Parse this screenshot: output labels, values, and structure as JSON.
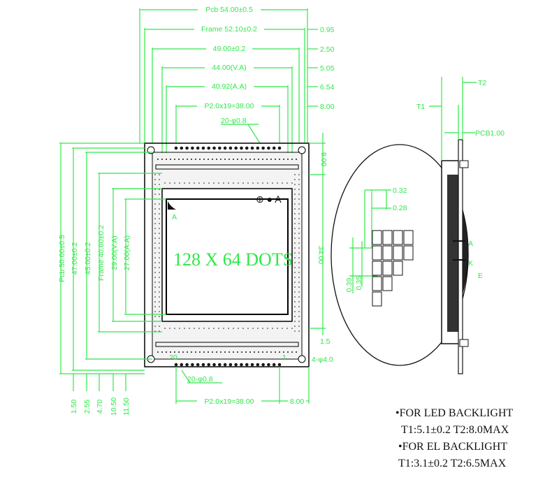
{
  "top_dims": {
    "pcb": "Pcb 54.00±0.5",
    "frame": "Frame 52.10±0.2",
    "d49": "49.00±0.2",
    "va": "44.00(V.A)",
    "aa": "40.92(A.A)",
    "pitch": "P2.0x19=38.00"
  },
  "right_top_ticks": [
    "0.95",
    "2.50",
    "5.05",
    "6.54",
    "8.00"
  ],
  "pin_top": "20-φ0.8",
  "pin_bottom": "20-φ0.8",
  "pitch_bottom": "P2.0x19=38.00",
  "bottom_right_8": "8.00",
  "side_dims": {
    "pcb": "Pcb 50.00±0.5",
    "d47": "47.00±0.2",
    "d45": "45.00±0.2",
    "frame": "Frame 40.60±0.2",
    "va": "29.00(V.A)",
    "aa": "27.00(A.A)"
  },
  "bottom_left_ticks": [
    "1.50",
    "2.55",
    "4.70",
    "10.50",
    "11.50"
  ],
  "right_side_dims": {
    "top8": "8.00",
    "mid34": "34.00",
    "m4": "4-φ4.0"
  },
  "screen_label": "128 X 64 DOTS",
  "pin_labels": {
    "p1": "1",
    "p20": "20",
    "a_marker": "A"
  },
  "detail": {
    "top1": "0.32",
    "top2": "0.28",
    "left1": "0.39",
    "left2": "0.35"
  },
  "side_view": {
    "t1": "T1",
    "t2": "T2",
    "pcb": "PCB1.00",
    "a": "A",
    "k": "K",
    "ec": "E"
  },
  "notes": {
    "led_title": "•FOR LED BACKLIGHT",
    "led_vals": "T1:5.1±0.2   T2:8.0MAX",
    "el_title": "•FOR EL BACKLIGHT",
    "el_vals": "T1:3.1±0.2   T2:6.5MAX"
  },
  "colors": {
    "dimension": "#2fe84a",
    "outline": "#000000"
  }
}
